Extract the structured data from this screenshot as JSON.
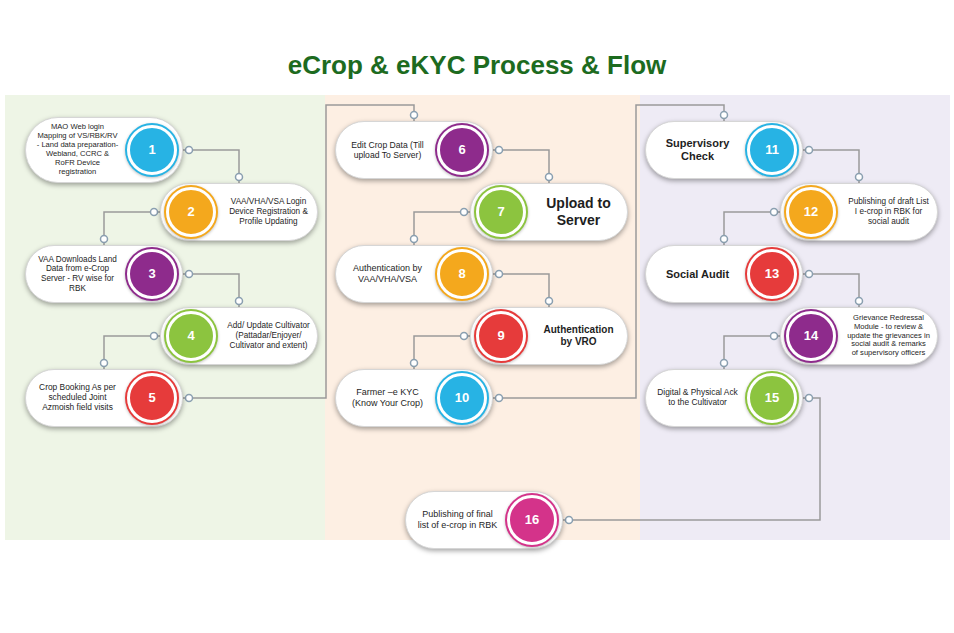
{
  "diagram": {
    "title": "eCrop & eKYC Process & Flow",
    "nodes": [
      {
        "text": [
          "MAO Web login Mapping of VS/RBK/RV - Land data preparation- Webland, CCRC & RoFR Device registration",
          "1"
        ]
      },
      {
        "text": [
          "VAA/VHA/VSA Login Device Registration & Profile Updating",
          "2"
        ]
      },
      {
        "text": [
          "VAA Downloads Land Data from e-Crop Server - RV wise for RBK",
          "3"
        ]
      },
      {
        "text": [
          "Add/ Update Cultivator (Pattadar/Enjoyer/ Cultivator and extent)",
          "4"
        ]
      },
      {
        "text": [
          "Crop Booking As per scheduled Joint Azmoish field visits",
          "5"
        ]
      },
      {
        "text": [
          "Edit Crop Data (Till upload To Server)",
          "6"
        ]
      },
      {
        "text": [
          "Upload to Server",
          "7"
        ]
      },
      {
        "text": [
          "Authentication by VAA/VHA/VSA",
          "8"
        ]
      },
      {
        "text": [
          "Authentication by VRO",
          "9"
        ]
      },
      {
        "text": [
          "Farmer –e KYC (Know Your Crop)",
          "10"
        ]
      },
      {
        "text": [
          "Supervisory Check",
          "11"
        ]
      },
      {
        "text": [
          "Publishing of draft List I e-crop in RBK for social audit",
          "12"
        ]
      },
      {
        "text": [
          "Social Audit",
          "13"
        ]
      },
      {
        "text": [
          "Grievance Redressal Module - to review & update the grievances in social audit & remarks of supervisory officers",
          "14"
        ]
      },
      {
        "text": [
          "Digital & Physical Ack to the Cultivator",
          "15"
        ]
      },
      {
        "text": [
          "Publishing of final list of e-crop in RBK",
          "16"
        ]
      }
    ],
    "edges": [
      {
        "from": 0,
        "to": 1,
        "arrow": "none"
      },
      {
        "from": 1,
        "to": 2,
        "arrow": "none"
      },
      {
        "from": 2,
        "to": 3,
        "arrow": "none"
      },
      {
        "from": 3,
        "to": 4,
        "arrow": "none"
      },
      {
        "from": 4,
        "to": 5,
        "arrow": "none"
      },
      {
        "from": 5,
        "to": 6,
        "arrow": "none"
      },
      {
        "from": 6,
        "to": 7,
        "arrow": "none"
      },
      {
        "from": 7,
        "to": 8,
        "arrow": "none"
      },
      {
        "from": 8,
        "to": 9,
        "arrow": "none"
      },
      {
        "from": 9,
        "to": 10,
        "arrow": "none"
      },
      {
        "from": 10,
        "to": 11,
        "arrow": "none"
      },
      {
        "from": 11,
        "to": 12,
        "arrow": "none"
      },
      {
        "from": 12,
        "to": 13,
        "arrow": "none"
      },
      {
        "from": 13,
        "to": 14,
        "arrow": "none"
      },
      {
        "from": 14,
        "to": 15,
        "arrow": "none"
      }
    ]
  }
}
